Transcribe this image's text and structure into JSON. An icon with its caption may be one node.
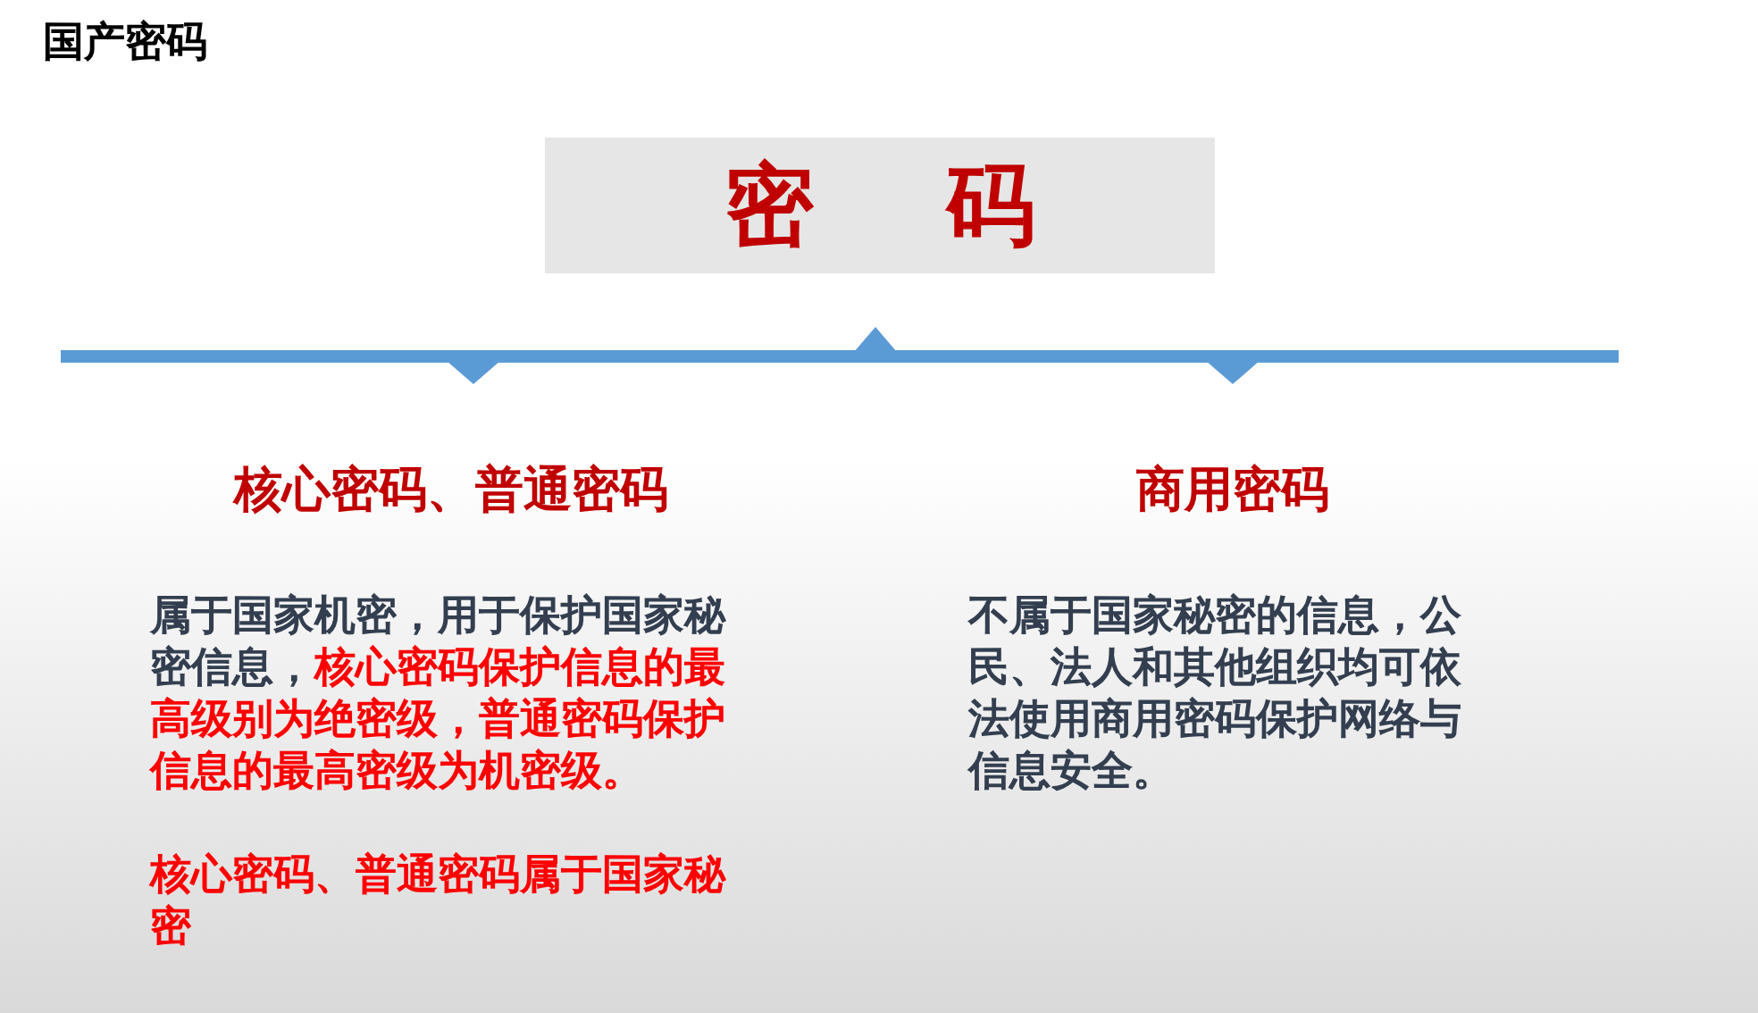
{
  "diagram": {
    "title": "国产密码",
    "nodes": [
      {
        "text": [
          "密 码"
        ]
      },
      {
        "text": [
          "核心密码、普通密码",
          "属于国家机密，用于保护国家秘密信息，**核心密码保护信息的最高级别为绝密级，普通密码保护信息的最高密级为机密级。**",
          "核心密码、普通密码属于国家秘密"
        ]
      },
      {
        "text": [
          "商用密码",
          "不属于国家秘密的信息，公民、法人和其他组织均可依法使用商用密码保护网络与信息安全。"
        ]
      }
    ]
  }
}
